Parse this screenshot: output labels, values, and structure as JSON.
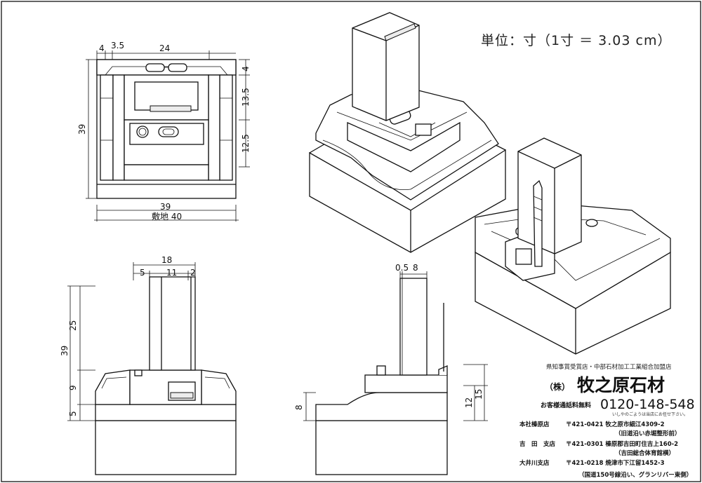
{
  "unit_note": "単位：寸（1寸 ＝ 3.03 cm）",
  "front_view": {
    "dims_top": [
      "4",
      "3.5",
      "24"
    ],
    "dims_right": [
      "4",
      "13.5",
      "12.5"
    ],
    "dim_height": "39",
    "dim_width": "39",
    "dim_base": "敷地 40"
  },
  "lower_front_view": {
    "dims_top": [
      "18",
      "5",
      "11",
      "2"
    ],
    "dims_left": [
      "25",
      "9",
      "5"
    ],
    "dim_height": "39"
  },
  "side_view": {
    "dims_top": [
      "0.5",
      "8"
    ],
    "dim_left": "8",
    "dims_right": [
      "12",
      "15"
    ]
  },
  "company": {
    "cert": "県知事賞受賞店・中部石材加工工業組合加盟店",
    "corp_type": "（株）",
    "name": "牧之原石材",
    "toll_label": "お客様通話料無料",
    "phone": "0120-148-548",
    "phone_note": "いしやのごようは当店にお任せ下さい。",
    "branches": [
      {
        "name": "本社榛原店",
        "address": "〒421-0421  牧之原市細江4309-2",
        "note": "（旧道沿い赤堀整形前）"
      },
      {
        "name": "吉　田　支店",
        "address": "〒421-0301  榛原郡吉田町住吉上160-2",
        "note": "（吉田総合体育館横）"
      },
      {
        "name": "大井川支店",
        "address": "〒421-0218  焼津市下江留1452-3",
        "note": "（国道150号線沿い、グランリバー東側）"
      }
    ]
  }
}
